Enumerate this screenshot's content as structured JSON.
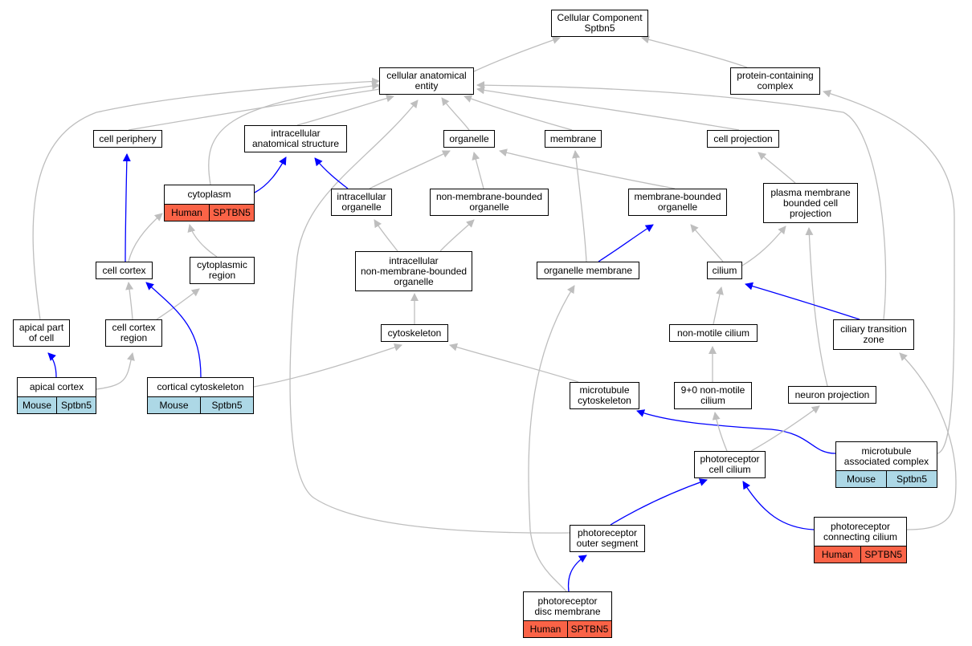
{
  "colors": {
    "gray_edge": "#bebebe",
    "blue_edge": "#0000ff",
    "human": "#fa6347",
    "mouse": "#add8e6"
  },
  "nodes": {
    "root": {
      "lines": [
        "Cellular Component",
        "Sptbn5"
      ]
    },
    "cae": {
      "lines": [
        "cellular anatomical",
        "entity"
      ]
    },
    "pcc": {
      "lines": [
        "protein-containing",
        "complex"
      ]
    },
    "cell_periphery": {
      "lines": [
        "cell periphery"
      ]
    },
    "ias": {
      "lines": [
        "intracellular",
        "anatomical structure"
      ]
    },
    "organelle": {
      "lines": [
        "organelle"
      ]
    },
    "membrane": {
      "lines": [
        "membrane"
      ]
    },
    "cell_projection": {
      "lines": [
        "cell projection"
      ]
    },
    "cytoplasm": {
      "lines": [
        "cytoplasm"
      ],
      "annotation": {
        "species": "Human",
        "gene": "SPTBN5"
      }
    },
    "intracellular_organelle": {
      "lines": [
        "intracellular",
        "organelle"
      ]
    },
    "nmbo": {
      "lines": [
        "non-membrane-bounded",
        "organelle"
      ]
    },
    "mbo": {
      "lines": [
        "membrane-bounded",
        "organelle"
      ]
    },
    "pmbcp": {
      "lines": [
        "plasma membrane",
        "bounded cell",
        "projection"
      ]
    },
    "cell_cortex": {
      "lines": [
        "cell cortex"
      ]
    },
    "cytoplasmic_region": {
      "lines": [
        "cytoplasmic",
        "region"
      ]
    },
    "inmbo": {
      "lines": [
        "intracellular",
        "non-membrane-bounded",
        "organelle"
      ]
    },
    "organelle_membrane": {
      "lines": [
        "organelle membrane"
      ]
    },
    "cilium": {
      "lines": [
        "cilium"
      ]
    },
    "apical_part": {
      "lines": [
        "apical part",
        "of cell"
      ]
    },
    "cell_cortex_region": {
      "lines": [
        "cell cortex",
        "region"
      ]
    },
    "cytoskeleton": {
      "lines": [
        "cytoskeleton"
      ]
    },
    "non_motile_cilium": {
      "lines": [
        "non-motile cilium"
      ]
    },
    "ctz": {
      "lines": [
        "ciliary transition",
        "zone"
      ]
    },
    "apical_cortex": {
      "lines": [
        "apical cortex"
      ],
      "annotation": {
        "species": "Mouse",
        "gene": "Sptbn5"
      }
    },
    "cortical_cytoskeleton": {
      "lines": [
        "cortical cytoskeleton"
      ],
      "annotation": {
        "species": "Mouse",
        "gene": "Sptbn5"
      }
    },
    "microtubule_cytoskeleton": {
      "lines": [
        "microtubule",
        "cytoskeleton"
      ]
    },
    "nine_zero": {
      "lines": [
        "9+0 non-motile",
        "cilium"
      ]
    },
    "neuron_projection": {
      "lines": [
        "neuron projection"
      ]
    },
    "mac": {
      "lines": [
        "microtubule",
        "associated complex"
      ],
      "annotation": {
        "species": "Mouse",
        "gene": "Sptbn5"
      }
    },
    "photoreceptor_cilium": {
      "lines": [
        "photoreceptor",
        "cell cilium"
      ]
    },
    "pos": {
      "lines": [
        "photoreceptor",
        "outer segment"
      ]
    },
    "pcc_cilium": {
      "lines": [
        "photoreceptor",
        "connecting cilium"
      ],
      "annotation": {
        "species": "Human",
        "gene": "SPTBN5"
      }
    },
    "pdm": {
      "lines": [
        "photoreceptor",
        "disc membrane"
      ],
      "annotation": {
        "species": "Human",
        "gene": "SPTBN5"
      }
    }
  },
  "edges": [
    {
      "from": "cae",
      "to": "root",
      "kind": "is_a"
    },
    {
      "from": "pcc",
      "to": "root",
      "kind": "is_a"
    },
    {
      "from": "cell_periphery",
      "to": "cae",
      "kind": "is_a"
    },
    {
      "from": "ias",
      "to": "cae",
      "kind": "is_a"
    },
    {
      "from": "organelle",
      "to": "cae",
      "kind": "is_a"
    },
    {
      "from": "membrane",
      "to": "cae",
      "kind": "is_a"
    },
    {
      "from": "cell_projection",
      "to": "cae",
      "kind": "is_a"
    },
    {
      "from": "cytoplasm",
      "to": "cae",
      "kind": "is_a"
    },
    {
      "from": "apical_part",
      "to": "cae",
      "kind": "is_a"
    },
    {
      "from": "ctz",
      "to": "cae",
      "kind": "is_a"
    },
    {
      "from": "pos",
      "to": "cae",
      "kind": "is_a"
    },
    {
      "from": "mac",
      "to": "pcc",
      "kind": "is_a"
    },
    {
      "from": "cytoplasm",
      "to": "ias",
      "kind": "part_of"
    },
    {
      "from": "intracellular_organelle",
      "to": "ias",
      "kind": "part_of"
    },
    {
      "from": "intracellular_organelle",
      "to": "organelle",
      "kind": "is_a"
    },
    {
      "from": "nmbo",
      "to": "organelle",
      "kind": "is_a"
    },
    {
      "from": "mbo",
      "to": "organelle",
      "kind": "is_a"
    },
    {
      "from": "organelle_membrane",
      "to": "membrane",
      "kind": "is_a"
    },
    {
      "from": "pmbcp",
      "to": "cell_projection",
      "kind": "is_a"
    },
    {
      "from": "cell_cortex",
      "to": "cell_periphery",
      "kind": "part_of"
    },
    {
      "from": "cell_cortex",
      "to": "cytoplasm",
      "kind": "is_a"
    },
    {
      "from": "cytoplasmic_region",
      "to": "cytoplasm",
      "kind": "is_a"
    },
    {
      "from": "inmbo",
      "to": "intracellular_organelle",
      "kind": "is_a"
    },
    {
      "from": "inmbo",
      "to": "nmbo",
      "kind": "is_a"
    },
    {
      "from": "organelle_membrane",
      "to": "mbo",
      "kind": "part_of"
    },
    {
      "from": "cilium",
      "to": "mbo",
      "kind": "is_a"
    },
    {
      "from": "cilium",
      "to": "pmbcp",
      "kind": "is_a"
    },
    {
      "from": "neuron_projection",
      "to": "pmbcp",
      "kind": "is_a"
    },
    {
      "from": "cell_cortex_region",
      "to": "cell_cortex",
      "kind": "is_a"
    },
    {
      "from": "cell_cortex_region",
      "to": "cytoplasmic_region",
      "kind": "is_a"
    },
    {
      "from": "cortical_cytoskeleton",
      "to": "cell_cortex",
      "kind": "part_of"
    },
    {
      "from": "cytoskeleton",
      "to": "inmbo",
      "kind": "is_a"
    },
    {
      "from": "pdm",
      "to": "organelle_membrane",
      "kind": "is_a"
    },
    {
      "from": "non_motile_cilium",
      "to": "cilium",
      "kind": "is_a"
    },
    {
      "from": "ctz",
      "to": "cilium",
      "kind": "part_of"
    },
    {
      "from": "apical_cortex",
      "to": "apical_part",
      "kind": "part_of"
    },
    {
      "from": "apical_cortex",
      "to": "cell_cortex_region",
      "kind": "is_a"
    },
    {
      "from": "cortical_cytoskeleton",
      "to": "cytoskeleton",
      "kind": "is_a"
    },
    {
      "from": "microtubule_cytoskeleton",
      "to": "cytoskeleton",
      "kind": "is_a"
    },
    {
      "from": "nine_zero",
      "to": "non_motile_cilium",
      "kind": "is_a"
    },
    {
      "from": "pcc_cilium",
      "to": "ctz",
      "kind": "is_a"
    },
    {
      "from": "mac",
      "to": "microtubule_cytoskeleton",
      "kind": "part_of"
    },
    {
      "from": "photoreceptor_cilium",
      "to": "nine_zero",
      "kind": "is_a"
    },
    {
      "from": "photoreceptor_cilium",
      "to": "neuron_projection",
      "kind": "is_a"
    },
    {
      "from": "pos",
      "to": "photoreceptor_cilium",
      "kind": "part_of"
    },
    {
      "from": "pcc_cilium",
      "to": "photoreceptor_cilium",
      "kind": "part_of"
    },
    {
      "from": "pdm",
      "to": "pos",
      "kind": "part_of"
    }
  ]
}
